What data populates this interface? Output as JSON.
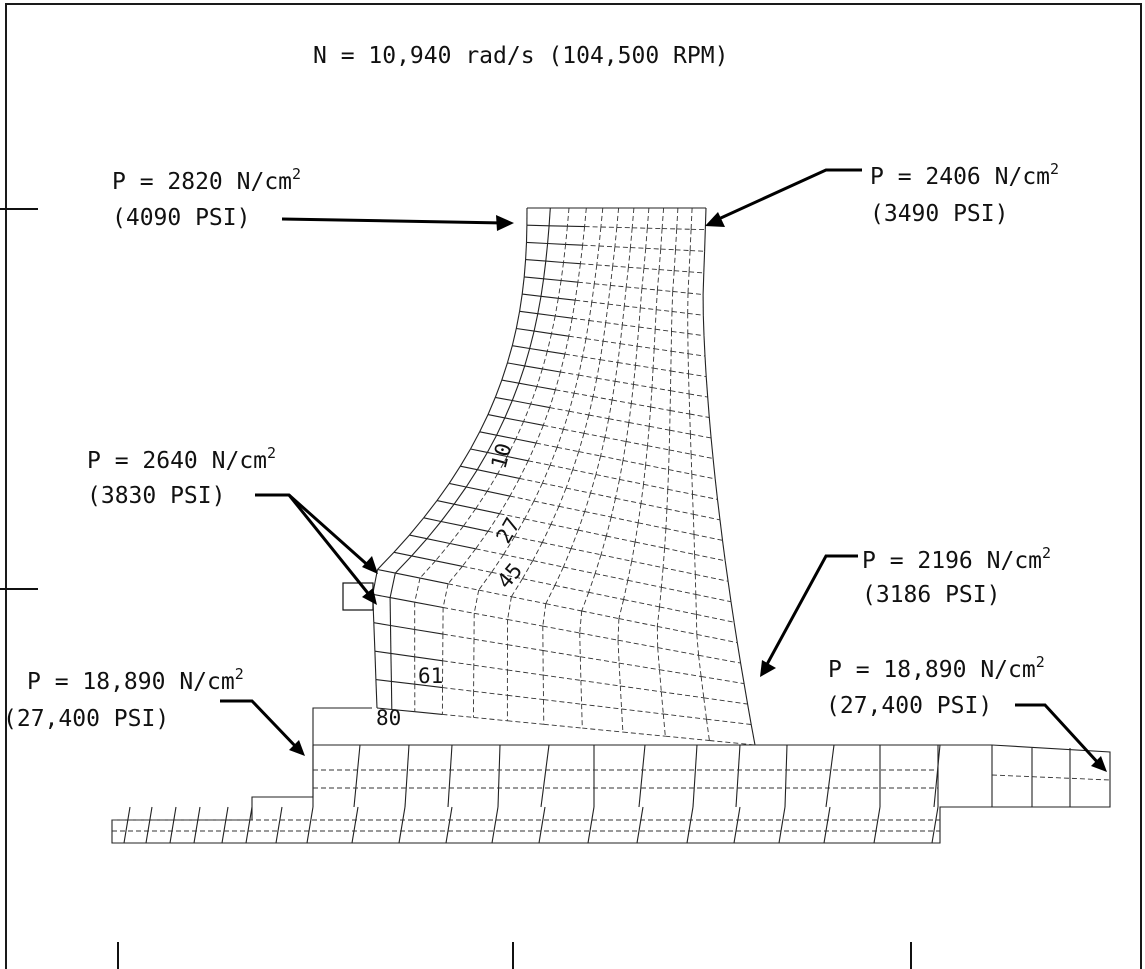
{
  "title": "N = 10,940 rad/s (104,500 RPM)",
  "annotations": [
    {
      "id": "a1",
      "line1_prefix": "P = 2820 N/cm",
      "sup": "2",
      "line2": "(4090 PSI)"
    },
    {
      "id": "a2",
      "line1_prefix": "P = 2406 N/cm",
      "sup": "2",
      "line2": "(3490 PSI)"
    },
    {
      "id": "a3",
      "line1_prefix": "P = 2640 N/cm",
      "sup": "2",
      "line2": "(3830 PSI)"
    },
    {
      "id": "a4",
      "line1_prefix": "P = 2196 N/cm",
      "sup": "2",
      "line2": "(3186 PSI)"
    },
    {
      "id": "a5",
      "line1_prefix": "P = 18,890 N/cm",
      "sup": "2",
      "line2": "(27,400 PSI)"
    },
    {
      "id": "a6",
      "line1_prefix": "P = 18,890 N/cm",
      "sup": "2",
      "line2": "(27,400 PSI)"
    }
  ],
  "element_numbers": [
    "10",
    "27",
    "45",
    "61",
    "80"
  ]
}
